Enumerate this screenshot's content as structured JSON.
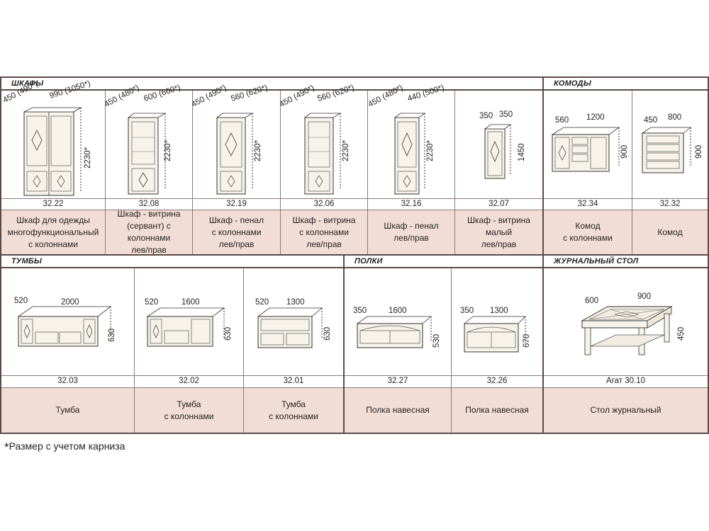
{
  "sections": {
    "shkafy": "ШКАФЫ",
    "komody": "КОМОДЫ",
    "tumby": "ТУМБЫ",
    "polki": "ПОЛКИ",
    "stol": "ЖУРНАЛЬНЫЙ СТОЛ"
  },
  "items": {
    "i3222": {
      "code": "32.22",
      "name": "Шкаф для одежды\nмногофункциональный\nс колоннами",
      "d1": "450 (490*)",
      "d2": "990 (1050*)",
      "h": "2230*"
    },
    "i3208": {
      "code": "32.08",
      "name": "Шкаф - витрина\n(сервант) с колоннами\nлев/прав",
      "d1": "450 (480*)",
      "d2": "600 (660*)",
      "h": "2230*"
    },
    "i3219": {
      "code": "32.19",
      "name": "Шкаф - пенал\nс колоннами\nлев/прав",
      "d1": "450 (490*)",
      "d2": "560 (620*)",
      "h": "2230*"
    },
    "i3206": {
      "code": "32.06",
      "name": "Шкаф - витрина\nс колоннами\nлев/прав",
      "d1": "450 (490*)",
      "d2": "560 (620*)",
      "h": "2230*"
    },
    "i3216": {
      "code": "32.16",
      "name": "Шкаф - пенал\nлев/прав",
      "d1": "450 (480*)",
      "d2": "440 (500*)",
      "h": "2230*"
    },
    "i3207": {
      "code": "32.07",
      "name": "Шкаф - витрина\nмалый\nлев/прав",
      "d1": "350",
      "d2": "350",
      "h": "1450"
    },
    "i3234": {
      "code": "32.34",
      "name": "Комод\nс колоннами",
      "d1": "560",
      "d2": "1200",
      "h": "900"
    },
    "i3232": {
      "code": "32.32",
      "name": "Комод",
      "d1": "450",
      "d2": "800",
      "h": "900"
    },
    "i3203": {
      "code": "32.03",
      "name": "Тумба",
      "d1": "520",
      "d2": "2000",
      "h": "630"
    },
    "i3202": {
      "code": "32.02",
      "name": "Тумба\nс колоннами",
      "d1": "520",
      "d2": "1600",
      "h": "630"
    },
    "i3201": {
      "code": "32.01",
      "name": "Тумба\nс колоннами",
      "d1": "520",
      "d2": "1300",
      "h": "630"
    },
    "i3227": {
      "code": "32.27",
      "name": "Полка навесная",
      "d1": "350",
      "d2": "1600",
      "h": "530"
    },
    "i3226": {
      "code": "32.26",
      "name": "Полка навесная",
      "d1": "350",
      "d2": "1300",
      "h": "670"
    },
    "i3010": {
      "code": "Агат 30.10",
      "name": "Стол журнальный",
      "d1": "600",
      "d2": "900",
      "h": "450"
    }
  },
  "footnote": {
    "star": "*",
    "text": "Размер с учетом карниза"
  }
}
